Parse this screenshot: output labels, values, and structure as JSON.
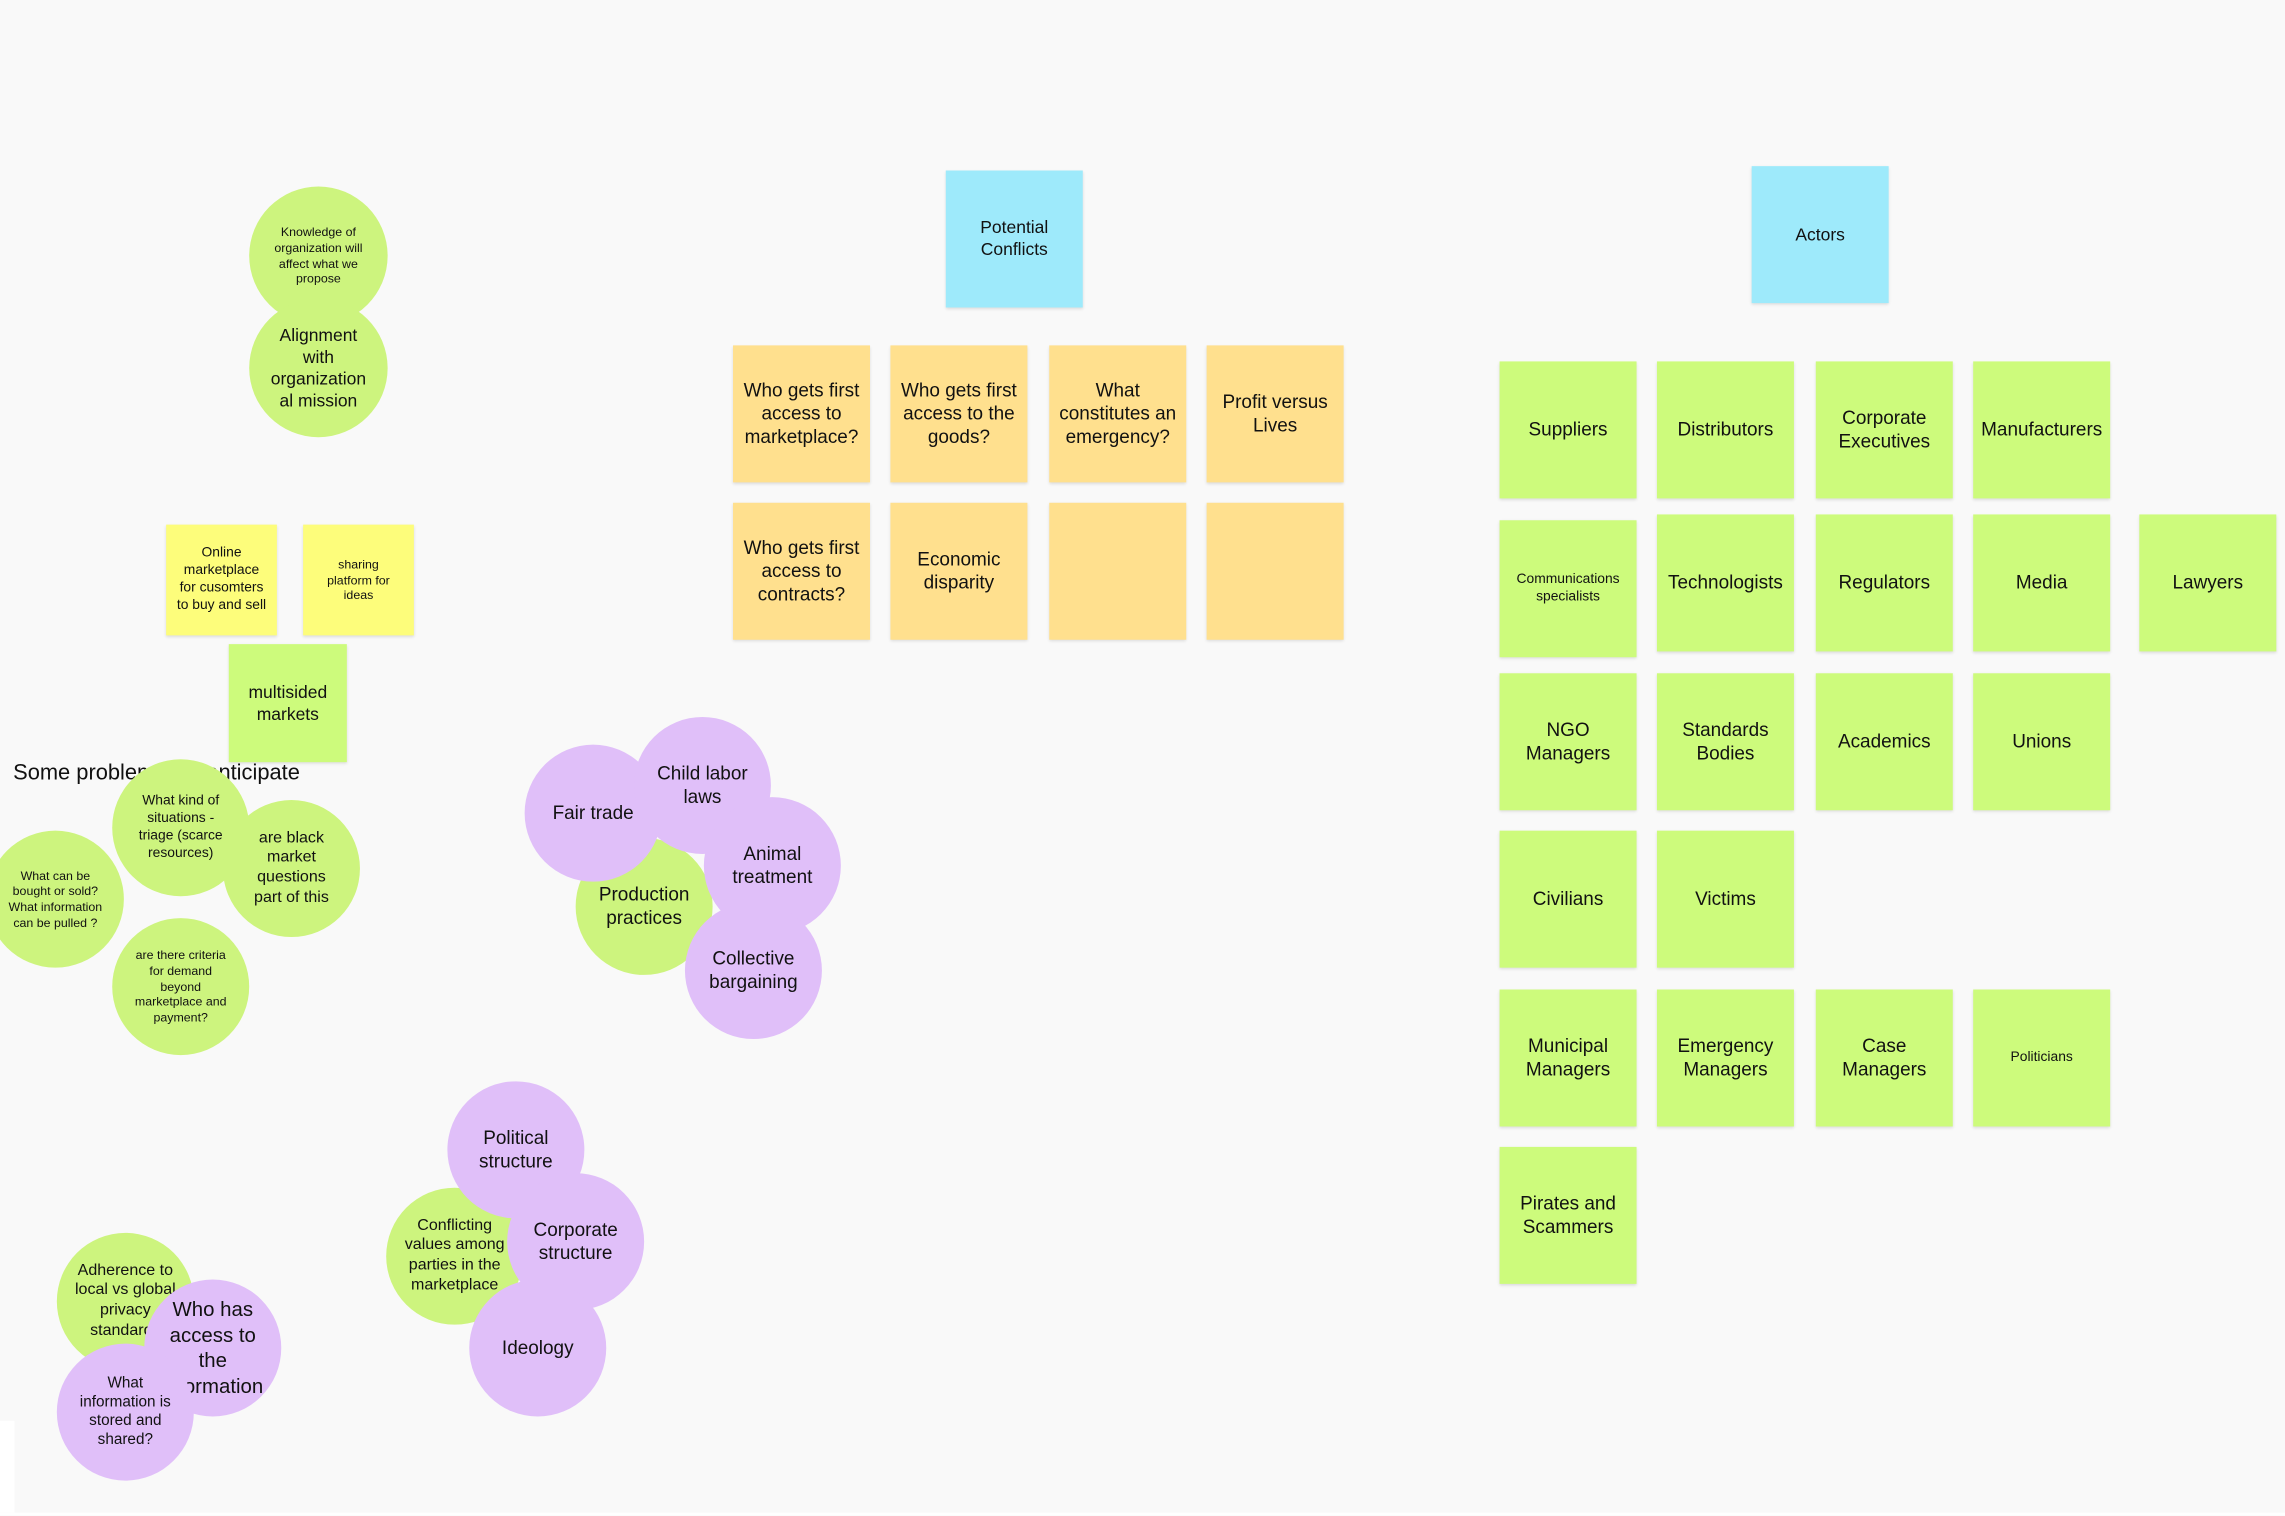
{
  "headings": {
    "potential_conflicts": "Potential Conflicts",
    "actors": "Actors",
    "problems": "Some problems we anticipate"
  },
  "conflicts": [
    "Who gets first access to marketplace?",
    "Who gets first access to the goods?",
    "What constitutes an emergency?",
    "Profit versus Lives",
    "Who gets first access to contracts?",
    "Economic disparity",
    "",
    ""
  ],
  "actors": [
    "Suppliers",
    "Distributors",
    "Corporate Executives",
    "Manufacturers",
    "Communications specialists",
    "Technologists",
    "Regulators",
    "Media",
    "Lawyers",
    "NGO Managers",
    "Standards Bodies",
    "Academics",
    "Unions",
    "Civilians",
    "Victims",
    "Municipal Managers",
    "Emergency Managers",
    "Case Managers",
    "Politicians",
    "Pirates and Scammers"
  ],
  "org_circles": {
    "knowledge": "Knowledge of organization will affect what we propose",
    "alignment": "Alignment with organization al mission"
  },
  "platform_notes": {
    "online_marketplace": "Online marketplace for cusomters to buy and sell",
    "sharing_platform": "sharing platform for ideas",
    "multisided": "multisided markets"
  },
  "problem_circles": {
    "triage": "What kind of situations - triage (scarce resources)",
    "black_market": "are black market questions part of this",
    "bought_sold": "What can be bought or sold? What information can be pulled ?",
    "criteria": "are there criteria for demand beyond marketplace and payment?"
  },
  "ethics_circles": {
    "fair_trade": "Fair trade",
    "child_labor": "Child labor laws",
    "animal_treatment": "Animal treatment",
    "production_practices": "Production practices",
    "collective_bargaining": "Collective bargaining"
  },
  "structure_circles": {
    "political": "Political structure",
    "conflicting_values": "Conflicting values among parties in the marketplace",
    "corporate": "Corporate structure",
    "ideology": "Ideology"
  },
  "privacy_circles": {
    "adherence": "Adherence to local vs global privacy standards",
    "who_has_access": "Who has access to the information",
    "what_information": "What information is stored and shared?"
  },
  "colors": {
    "background": "#f9f9f9",
    "blue": "#9eeafb",
    "orange": "#ffe08e",
    "green": "#cdfb7c",
    "yellow": "#fdfd7b",
    "purple": "#e0bff9"
  }
}
